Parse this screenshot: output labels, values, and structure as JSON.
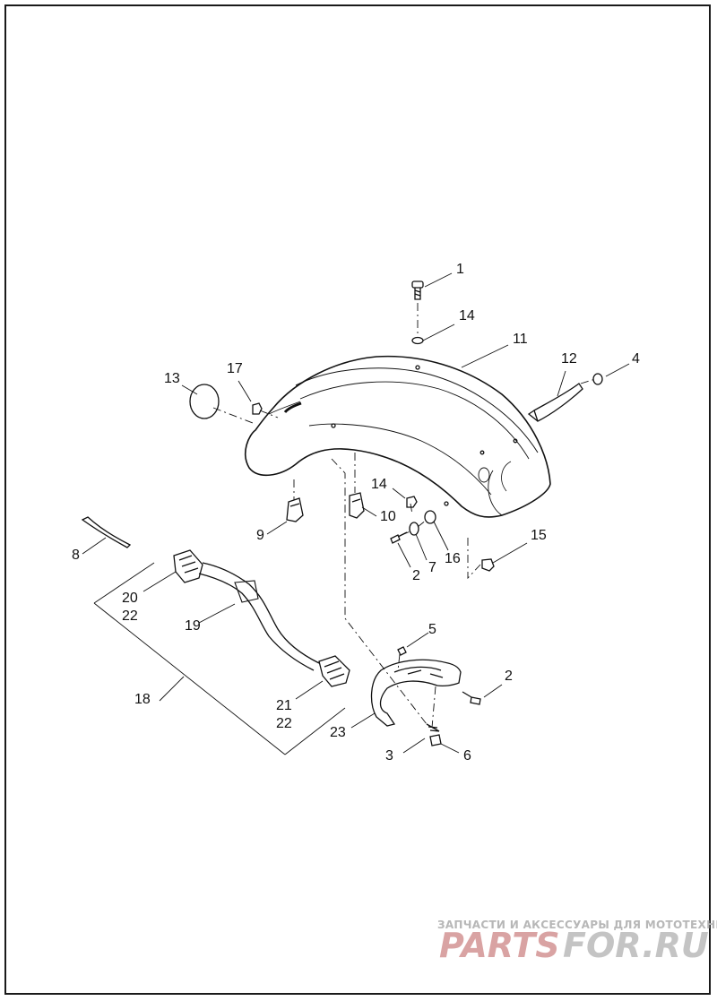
{
  "diagram": {
    "callouts": {
      "c1": "1",
      "c14a": "14",
      "c11": "11",
      "c12": "12",
      "c4": "4",
      "c13": "13",
      "c17": "17",
      "c14b": "14",
      "c10": "10",
      "c9": "9",
      "c8": "8",
      "c7": "7",
      "c16": "16",
      "c15": "15",
      "c2a": "2",
      "c20": "20",
      "c22a": "22",
      "c19": "19",
      "c18": "18",
      "c21": "21",
      "c22b": "22",
      "c5": "5",
      "c2b": "2",
      "c23": "23",
      "c3": "3",
      "c6": "6"
    }
  },
  "watermark": {
    "tagline": "ЗАПЧАСТИ И АКСЕССУАРЫ ДЛЯ МОТОТЕХНИКИ",
    "logo_left": "PARTS",
    "logo_right": "FOR.RU",
    "logo_color_left": "#d9a3a3",
    "logo_color_right": "#c4c4c4"
  }
}
